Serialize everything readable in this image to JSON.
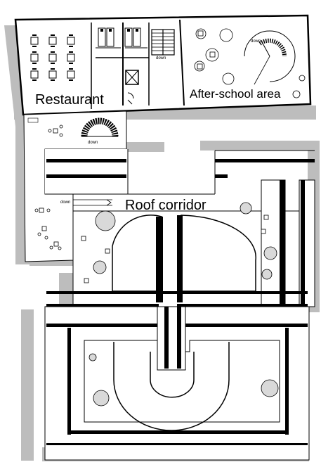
{
  "labels": {
    "restaurant": "Restaurant",
    "after_school": "After-school area",
    "roof_corridor": "Roof corridor",
    "down": "down"
  },
  "colors": {
    "shadow": "#bdbdbd",
    "wall": "#000000",
    "floor": "#ffffff",
    "fixture": "#d9d9d9"
  }
}
